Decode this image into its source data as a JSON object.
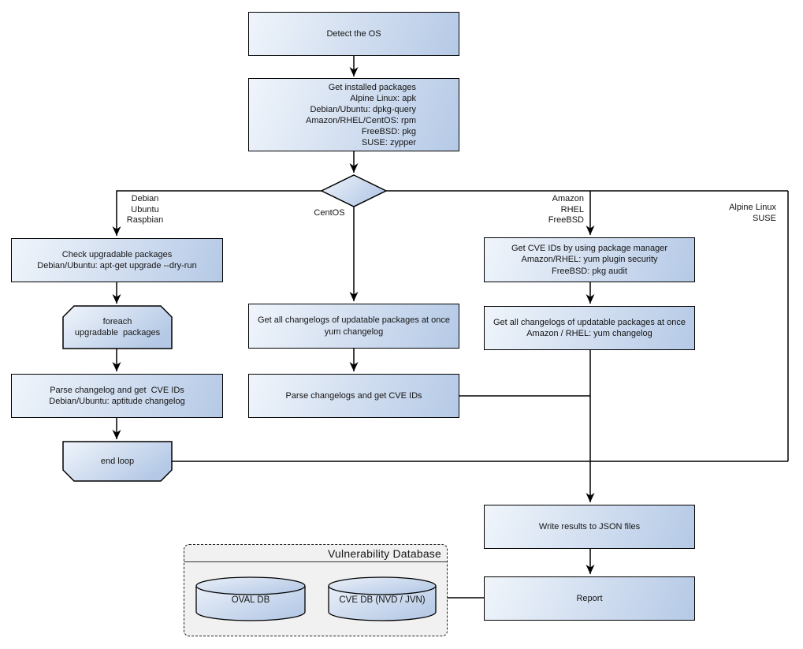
{
  "diagram": {
    "colors": {
      "node_fill_light": "#f0f5fb",
      "node_fill_dark": "#b5c9e6",
      "stroke": "#000000",
      "db_panel_fill": "#f1f1f1"
    },
    "nodes": {
      "detect_os": {
        "lines": [
          "Detect the OS"
        ]
      },
      "get_installed": {
        "lines": [
          "Get installed packages",
          "Alpine Linux: apk",
          "Debian/Ubuntu: dpkg-query",
          "Amazon/RHEL/CentOS: rpm",
          "FreeBSD: pkg",
          "SUSE: zypper"
        ]
      },
      "check_upgradable": {
        "lines": [
          "Check upgradable packages",
          "Debian/Ubuntu: apt-get upgrade --dry-run"
        ]
      },
      "foreach_loop": {
        "lines": [
          "foreach",
          "upgradable  packages"
        ]
      },
      "parse_changelog_deb": {
        "lines": [
          "Parse changelog and get  CVE IDs",
          "Debian/Ubuntu: aptitude changelog"
        ]
      },
      "end_loop": {
        "lines": [
          "end loop"
        ]
      },
      "get_changelogs_centos": {
        "lines": [
          "Get all changelogs of updatable packages at once",
          "yum changelog"
        ]
      },
      "parse_changelogs_centos": {
        "lines": [
          "Parse changelogs and get CVE IDs"
        ]
      },
      "get_cve_ids_pkg_mgr": {
        "lines": [
          "Get CVE IDs by using package manager",
          "Amazon/RHEL: yum plugin security",
          "FreeBSD: pkg audit"
        ]
      },
      "get_changelogs_amazon": {
        "lines": [
          "Get all changelogs of updatable packages at once",
          "Amazon / RHEL: yum changelog"
        ]
      },
      "write_results": {
        "lines": [
          "Write results to JSON files"
        ]
      },
      "report": {
        "lines": [
          "Report"
        ]
      }
    },
    "branch_labels": {
      "debian": {
        "lines": [
          "Debian",
          "Ubuntu",
          "Raspbian"
        ]
      },
      "centos": {
        "lines": [
          "CentOS"
        ]
      },
      "amazon": {
        "lines": [
          "Amazon",
          "RHEL",
          "FreeBSD"
        ]
      },
      "alpine": {
        "lines": [
          "Alpine Linux",
          "SUSE"
        ]
      }
    },
    "database": {
      "title": "Vulnerability Database",
      "cylinders": [
        {
          "label": "OVAL DB"
        },
        {
          "label": "CVE DB (NVD / JVN)"
        }
      ]
    }
  }
}
